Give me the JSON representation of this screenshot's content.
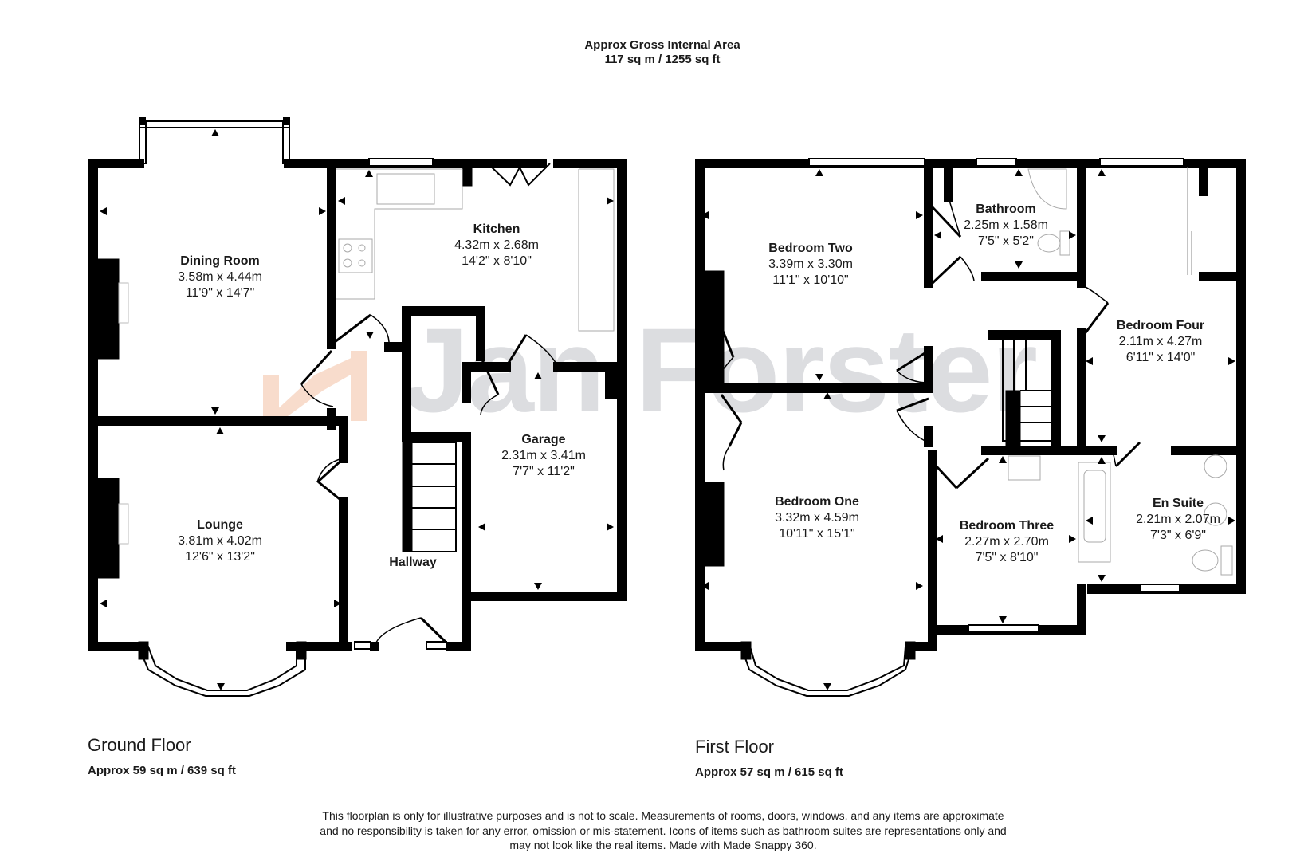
{
  "header": {
    "title_line1": "Approx Gross Internal Area",
    "title_line2": "117 sq m / 1255 sq ft"
  },
  "watermark": {
    "text": "Jan Forster",
    "logo_icon": "house-outline-icon",
    "logo_color": "#f6d5c3",
    "text_color": "#dcdde0"
  },
  "floors": [
    {
      "name": "Ground Floor",
      "area": "Approx 59 sq m / 639 sq ft",
      "rooms": [
        {
          "name": "Dining Room",
          "metric": "3.58m x 4.44m",
          "imperial": "11'9\" x 14'7\""
        },
        {
          "name": "Kitchen",
          "metric": "4.32m x 2.68m",
          "imperial": "14'2\" x 8'10\""
        },
        {
          "name": "Lounge",
          "metric": "3.81m x 4.02m",
          "imperial": "12'6\" x 13'2\""
        },
        {
          "name": "Garage",
          "metric": "2.31m x 3.41m",
          "imperial": "7'7\" x 11'2\""
        },
        {
          "name": "Hallway",
          "metric": "",
          "imperial": ""
        }
      ]
    },
    {
      "name": "First Floor",
      "area": "Approx 57 sq m / 615 sq ft",
      "rooms": [
        {
          "name": "Bedroom Two",
          "metric": "3.39m x 3.30m",
          "imperial": "11'1\" x 10'10\""
        },
        {
          "name": "Bathroom",
          "metric": "2.25m x 1.58m",
          "imperial": "7'5\" x 5'2\""
        },
        {
          "name": "Bedroom Four",
          "metric": "2.11m x 4.27m",
          "imperial": "6'11\" x 14'0\""
        },
        {
          "name": "Bedroom One",
          "metric": "3.32m x 4.59m",
          "imperial": "10'11\" x 15'1\""
        },
        {
          "name": "Bedroom Three",
          "metric": "2.27m x 2.70m",
          "imperial": "7'5\" x 8'10\""
        },
        {
          "name": "En Suite",
          "metric": "2.21m x 2.07m",
          "imperial": "7'3\" x 6'9\""
        }
      ]
    }
  ],
  "disclaimer": {
    "line1": "This floorplan is only for illustrative purposes and is not to scale. Measurements of rooms, doors, windows, and any items are approximate",
    "line2": "and no responsibility is taken for any error, omission or mis-statement. Icons of items such as bathroom suites are representations only and",
    "line3": "may not look like the real items. Made with Made Snappy 360."
  },
  "colors": {
    "wall": "#000000",
    "fixture_outline": "#9a9a9a",
    "background": "#ffffff"
  }
}
